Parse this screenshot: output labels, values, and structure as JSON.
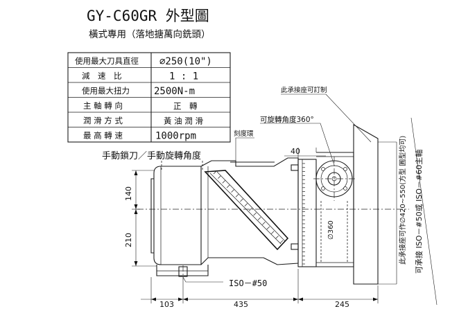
{
  "title": "GY-C60GR 外型圖",
  "subtitle": "橫式專用（落地搪萬向銑頭）",
  "spec_table": [
    {
      "label": "使用最大刀具直徑",
      "value": "∅250(10\")"
    },
    {
      "label": "減　速　比",
      "value": "1 : 1"
    },
    {
      "label": "使用最大扭力",
      "value": "2500N-m"
    },
    {
      "label": "主 軸 轉 向",
      "value": "正　轉"
    },
    {
      "label": "潤 滑 方 式",
      "value": "黃 油 潤 滑"
    },
    {
      "label": "最 高 轉 速",
      "value": "1000rpm"
    }
  ],
  "annotations": {
    "manual_lock": "手動鎖刀／手動旋轉角度",
    "scale_ring": "刻度環",
    "rotate_angle": "可旋轉角度360°",
    "adapter_custom": "此承接座可訂制",
    "adapter_side_note": "此承接座可作∅420∼550(方型 圓型均可)",
    "taper_options": "可承接 ISO－#50或 ISO－#60主軸",
    "iso_label": "ISO－#50",
    "diameter_360": "∅360"
  },
  "dimensions": {
    "d_40": "40",
    "d_140": "140",
    "d_210": "210",
    "d_103": "103",
    "d_435": "435",
    "d_245": "245"
  }
}
